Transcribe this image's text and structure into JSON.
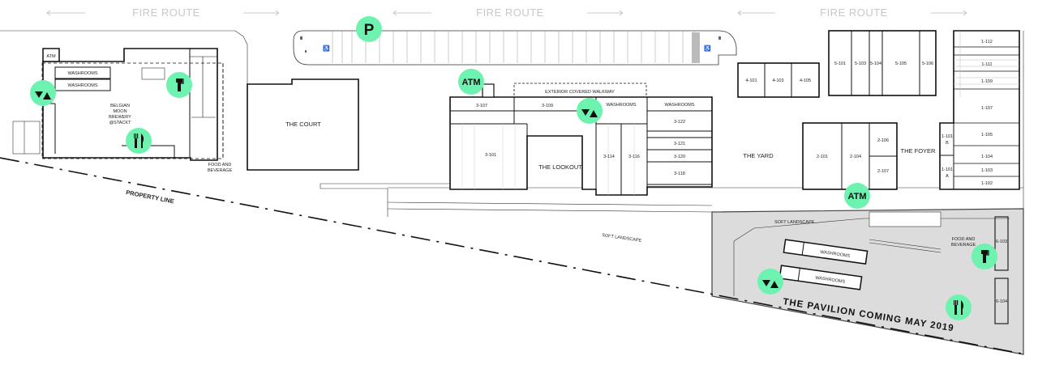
{
  "colors": {
    "amenity_badge": "#6ef2b0",
    "pavilion_area": "#dcdcdc",
    "fire_route_text": "#c8c8c8"
  },
  "labels": {
    "fire_route": "FIRE ROUTE",
    "property_line": "PROPERTY LINE",
    "soft_landscape": "SOFT LANDSCAPE",
    "exterior_covered_walkway": "EXTERIOR COVERED WALKWAY",
    "pavilion_banner": "THE PAVILION COMING MAY 2019",
    "washrooms": "WASHROOMS",
    "food_and": "FOOD AND",
    "beverage": "BEVERAGE",
    "belgian_moon": [
      "BELGIAN",
      "MOON",
      "BREWERY",
      "@STACKT"
    ]
  },
  "zones": {
    "the_court": "THE COURT",
    "the_lookout": "THE LOOKOUT",
    "the_yard": "THE YARD",
    "the_foyer": "THE FOYER"
  },
  "badges": {
    "atm": "ATM",
    "parking": "P"
  },
  "icons": [
    "restroom-icon",
    "beer-icon",
    "food-icon",
    "atm-icon",
    "parking-icon"
  ],
  "units": {
    "u3107": "3-107",
    "u3109": "3-109",
    "u3101": "3-101",
    "u3114": "3-114",
    "u3116": "3-116",
    "u3122": "3-122",
    "u3121": "3-121",
    "u3120": "3-120",
    "u3118": "3-118",
    "u4101": "4-101",
    "u4103": "4-103",
    "u4105": "4-105",
    "u5101": "5-101",
    "u5103": "5-103",
    "u5104": "5-104",
    "u5105": "5-105",
    "u5106": "5-106",
    "u2101": "2-101",
    "u2104": "2-104",
    "u2106": "2-106",
    "u2107": "2-107",
    "u1101b": "1-101",
    "u1101b_sub": "B",
    "u1101a": "1-101",
    "u1101a_sub": "A",
    "u1112": "1-112",
    "u1111": "1-111",
    "u1109": "1-109",
    "u1107": "1-107",
    "u1105": "1-105",
    "u1104": "1-104",
    "u1103": "1-103",
    "u1102": "1-102",
    "u6103": "6-103",
    "u6104": "6-104"
  }
}
